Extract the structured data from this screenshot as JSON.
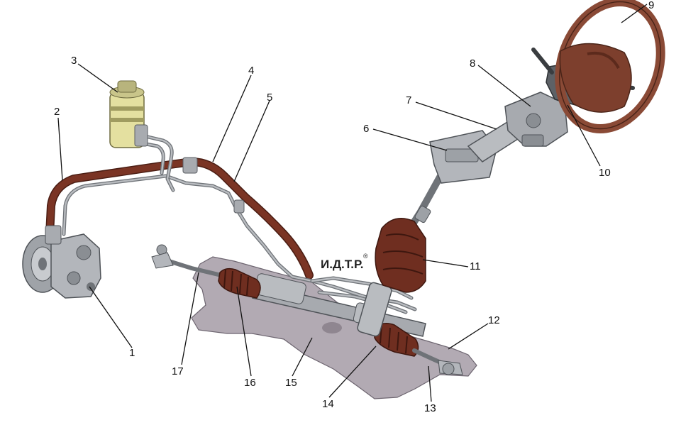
{
  "callouts": {
    "c1": "1",
    "c2": "2",
    "c3": "3",
    "c4": "4",
    "c5": "5",
    "c6": "6",
    "c7": "7",
    "c8": "8",
    "c9": "9",
    "c10": "10",
    "c11": "11",
    "c12": "12",
    "c13": "13",
    "c14": "14",
    "c15": "15",
    "c16": "16",
    "c17": "17"
  },
  "watermark": {
    "text": "И.Д.Т.Р.",
    "registered": "®"
  },
  "colors": {
    "hose": "#7a3424",
    "hose_edge": "#4a1d13",
    "metal": "#b9bcc0",
    "metal_dark": "#6f7378",
    "crossmember": "#b2aab3",
    "reservoir": "#e4e0a0",
    "boot": "#6f2e20",
    "wheel": "#8a4a36"
  }
}
